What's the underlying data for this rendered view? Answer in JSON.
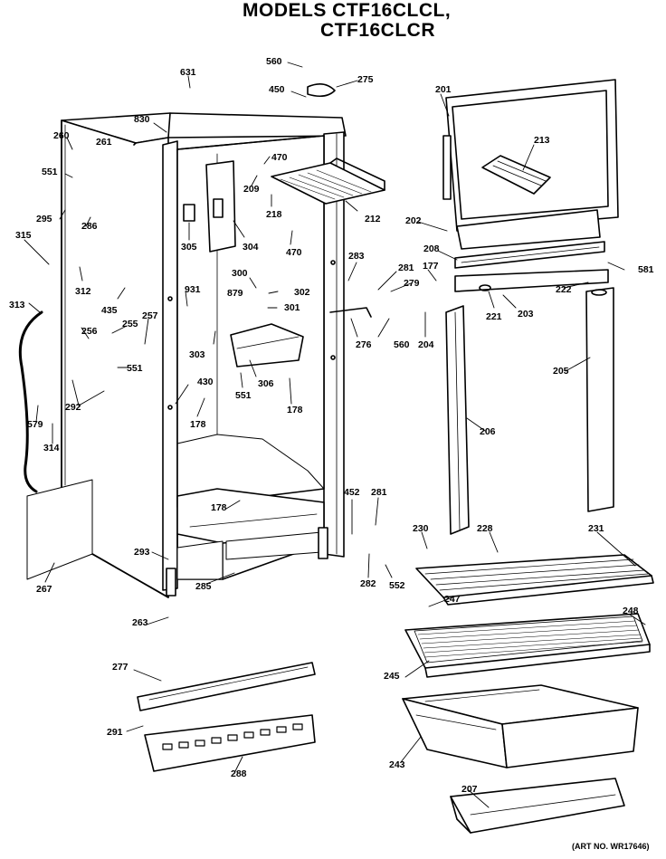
{
  "header": {
    "title_line1": "MODELS CTF16CLCL,",
    "title_line2": "CTF16CLCR"
  },
  "footer": {
    "art_number": "(ART NO. WR17646)"
  },
  "callouts": [
    {
      "id": "631",
      "text": "631"
    },
    {
      "id": "560a",
      "text": "560"
    },
    {
      "id": "450",
      "text": "450"
    },
    {
      "id": "275",
      "text": "275"
    },
    {
      "id": "201",
      "text": "201"
    },
    {
      "id": "830",
      "text": "830"
    },
    {
      "id": "260",
      "text": "260"
    },
    {
      "id": "261",
      "text": "261"
    },
    {
      "id": "551a",
      "text": "551"
    },
    {
      "id": "295",
      "text": "295"
    },
    {
      "id": "286",
      "text": "286"
    },
    {
      "id": "470a",
      "text": "470"
    },
    {
      "id": "209",
      "text": "209"
    },
    {
      "id": "213",
      "text": "213"
    },
    {
      "id": "212",
      "text": "212"
    },
    {
      "id": "218",
      "text": "218"
    },
    {
      "id": "470b",
      "text": "470"
    },
    {
      "id": "202",
      "text": "202"
    },
    {
      "id": "315",
      "text": "315"
    },
    {
      "id": "305",
      "text": "305"
    },
    {
      "id": "304",
      "text": "304"
    },
    {
      "id": "283",
      "text": "283"
    },
    {
      "id": "208a",
      "text": "208"
    },
    {
      "id": "312",
      "text": "312"
    },
    {
      "id": "435",
      "text": "435"
    },
    {
      "id": "300",
      "text": "300"
    },
    {
      "id": "879",
      "text": "879"
    },
    {
      "id": "302",
      "text": "302"
    },
    {
      "id": "931",
      "text": "931"
    },
    {
      "id": "281a",
      "text": "281"
    },
    {
      "id": "177",
      "text": "177"
    },
    {
      "id": "581",
      "text": "581"
    },
    {
      "id": "279",
      "text": "279"
    },
    {
      "id": "222",
      "text": "222"
    },
    {
      "id": "313",
      "text": "313"
    },
    {
      "id": "301",
      "text": "301"
    },
    {
      "id": "203",
      "text": "203"
    },
    {
      "id": "221",
      "text": "221"
    },
    {
      "id": "256",
      "text": "256"
    },
    {
      "id": "255",
      "text": "255"
    },
    {
      "id": "257",
      "text": "257"
    },
    {
      "id": "303",
      "text": "303"
    },
    {
      "id": "276",
      "text": "276"
    },
    {
      "id": "560b",
      "text": "560"
    },
    {
      "id": "204",
      "text": "204"
    },
    {
      "id": "551b",
      "text": "551"
    },
    {
      "id": "205",
      "text": "205"
    },
    {
      "id": "430",
      "text": "430"
    },
    {
      "id": "306",
      "text": "306"
    },
    {
      "id": "551c",
      "text": "551"
    },
    {
      "id": "178a",
      "text": "178"
    },
    {
      "id": "292",
      "text": "292"
    },
    {
      "id": "178b",
      "text": "178"
    },
    {
      "id": "579",
      "text": "579"
    },
    {
      "id": "314",
      "text": "314"
    },
    {
      "id": "206",
      "text": "206"
    },
    {
      "id": "452",
      "text": "452"
    },
    {
      "id": "281b",
      "text": "281"
    },
    {
      "id": "178c",
      "text": "178"
    },
    {
      "id": "230",
      "text": "230"
    },
    {
      "id": "228",
      "text": "228"
    },
    {
      "id": "231",
      "text": "231"
    },
    {
      "id": "293",
      "text": "293"
    },
    {
      "id": "282",
      "text": "282"
    },
    {
      "id": "552",
      "text": "552"
    },
    {
      "id": "267",
      "text": "267"
    },
    {
      "id": "285",
      "text": "285"
    },
    {
      "id": "247",
      "text": "247"
    },
    {
      "id": "248",
      "text": "248"
    },
    {
      "id": "263",
      "text": "263"
    },
    {
      "id": "245",
      "text": "245"
    },
    {
      "id": "277",
      "text": "277"
    },
    {
      "id": "291",
      "text": "291"
    },
    {
      "id": "243",
      "text": "243"
    },
    {
      "id": "288",
      "text": "288"
    },
    {
      "id": "207",
      "text": "207"
    }
  ]
}
